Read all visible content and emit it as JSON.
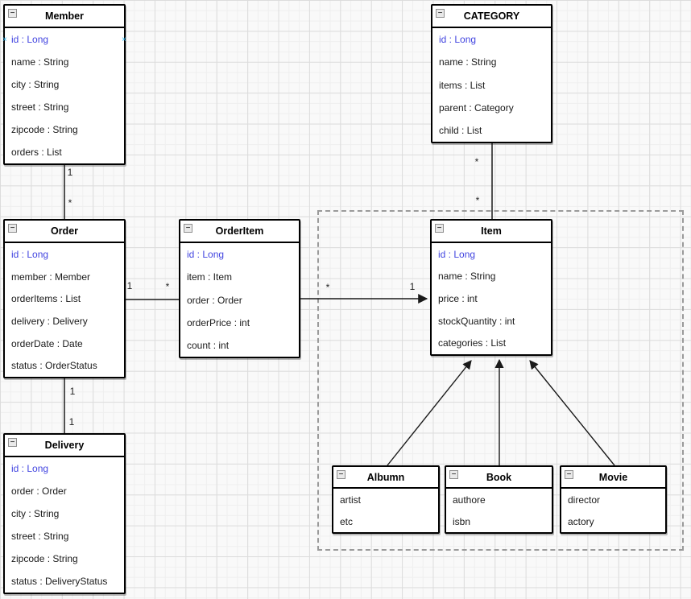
{
  "entities": [
    {
      "id": "member",
      "title": "Member",
      "fields": [
        "id : Long",
        "name : String",
        "city : String",
        "street : String",
        "zipcode : String",
        "orders : List"
      ],
      "first_field_accent": true
    },
    {
      "id": "category",
      "title": "CATEGORY",
      "fields": [
        "id : Long",
        "name : String",
        "items : List",
        "parent : Category",
        "child : List"
      ],
      "first_field_accent": true
    },
    {
      "id": "order",
      "title": "Order",
      "fields": [
        "id : Long",
        "member : Member",
        "orderItems : List",
        "delivery : Delivery",
        "orderDate : Date",
        "status : OrderStatus"
      ],
      "first_field_accent": true
    },
    {
      "id": "orderitem",
      "title": "OrderItem",
      "fields": [
        "id : Long",
        "item : Item",
        "order : Order",
        "orderPrice : int",
        "count : int"
      ],
      "first_field_accent": true
    },
    {
      "id": "item",
      "title": "Item",
      "fields": [
        "id : Long",
        "name : String",
        "price : int",
        "stockQuantity : int",
        "categories : List"
      ],
      "first_field_accent": true
    },
    {
      "id": "delivery",
      "title": "Delivery",
      "fields": [
        "id : Long",
        "order : Order",
        "city : String",
        "street : String",
        "zipcode : String",
        "status : DeliveryStatus"
      ],
      "first_field_accent": true
    },
    {
      "id": "albumn",
      "title": "Albumn",
      "fields": [
        "artist",
        "etc"
      ],
      "first_field_accent": false
    },
    {
      "id": "book",
      "title": "Book",
      "fields": [
        "authore",
        "isbn"
      ],
      "first_field_accent": false
    },
    {
      "id": "movie",
      "title": "Movie",
      "fields": [
        "director",
        "actory"
      ],
      "first_field_accent": false
    }
  ],
  "edges": [
    {
      "id": "member-order",
      "labels": [
        "1",
        "*"
      ]
    },
    {
      "id": "order-orderitem",
      "labels": [
        "1",
        "*"
      ]
    },
    {
      "id": "orderitem-item",
      "labels": [
        "*",
        "1"
      ],
      "arrow": true
    },
    {
      "id": "category-item",
      "labels": [
        "*",
        "*"
      ]
    },
    {
      "id": "order-delivery",
      "labels": [
        "1",
        "1"
      ]
    },
    {
      "id": "albumn-item",
      "labels": [],
      "arrow": true
    },
    {
      "id": "book-item",
      "labels": [],
      "arrow": true
    },
    {
      "id": "movie-item",
      "labels": [],
      "arrow": true
    }
  ],
  "icons": {
    "collapse": "−",
    "connection_cross": "×"
  },
  "colors": {
    "field_accent": "#4245e0",
    "connection_point": "#29b6f2",
    "box_border": "#000000",
    "edge_stroke": "#1a1a1a",
    "group_dashed_border": "#9a9a9a"
  }
}
